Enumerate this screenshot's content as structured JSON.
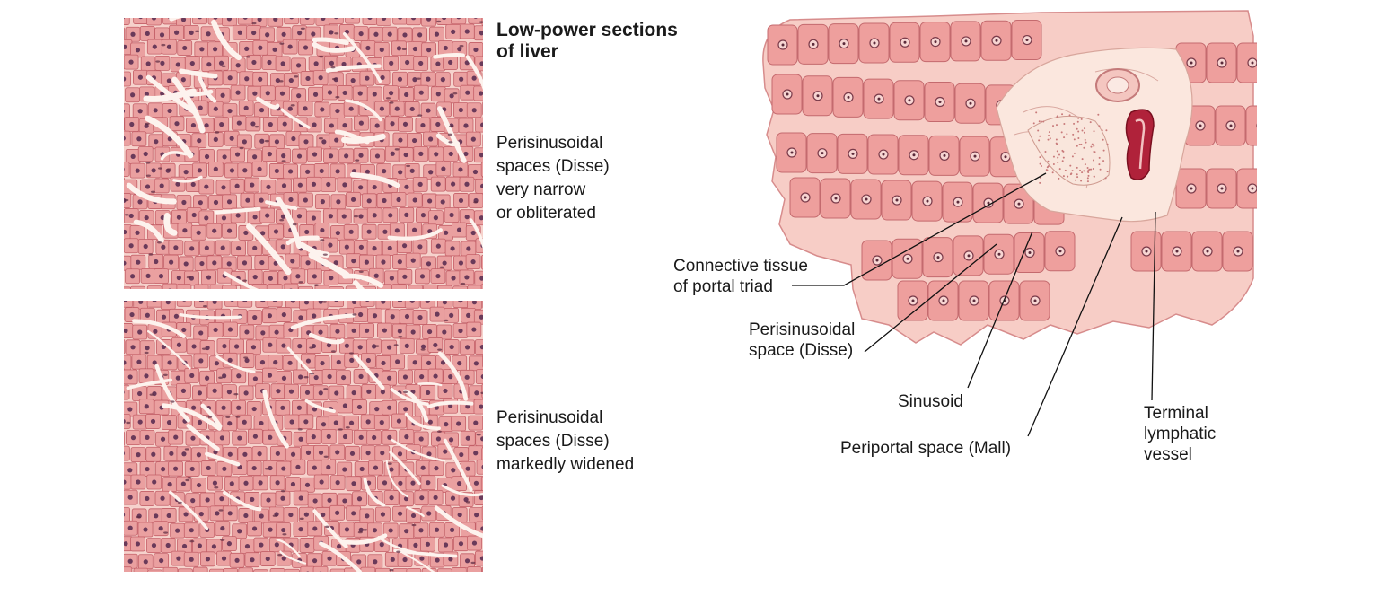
{
  "title": "Low-power sections\nof liver",
  "panels": {
    "top_caption": "Perisinusoidal\nspaces (Disse)\nvery narrow\nor obliterated",
    "bottom_caption": "Perisinusoidal\nspaces (Disse)\nmarkedly widened"
  },
  "labels": {
    "connective_tissue": "Connective tissue\nof portal triad",
    "perisinusoidal_space": "Perisinusoidal\nspace (Disse)",
    "sinusoid": "Sinusoid",
    "periportal_space": "Periportal space (Mall)",
    "terminal_lymphatic": "Terminal\nlymphatic\nvessel"
  },
  "colors": {
    "cell_fill": "#eaa0a0",
    "cell_border": "#c46068",
    "background_tissue": "#f6d2cc",
    "nucleus": "#6a3a5a",
    "sinusoid_space": "#fdf3ee",
    "vessel_red": "#b0223a"
  }
}
